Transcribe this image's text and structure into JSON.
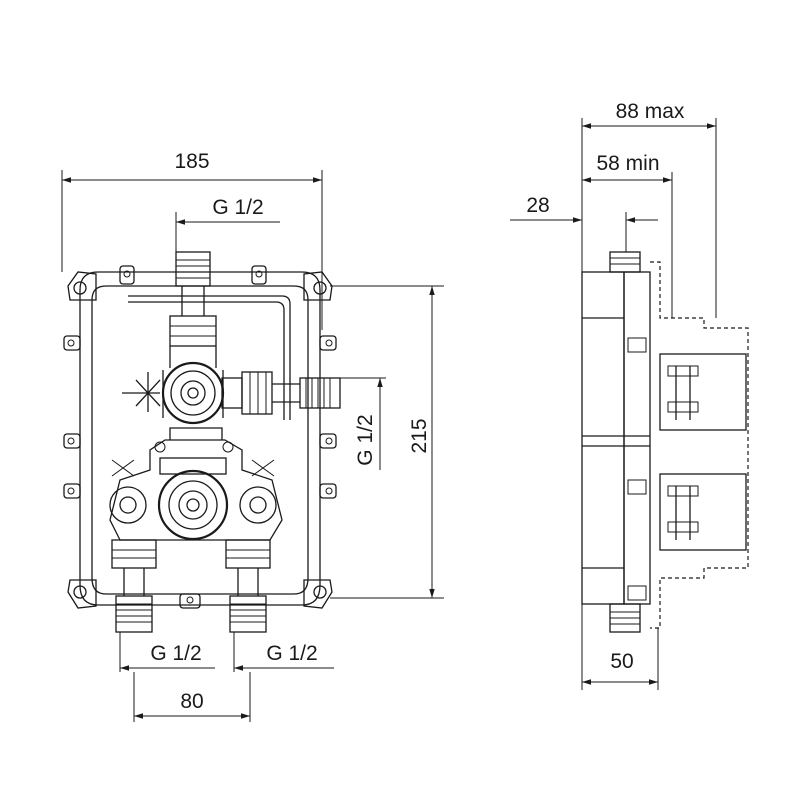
{
  "front_view": {
    "width_label": "185",
    "top_thread_label": "G 1/2",
    "side_thread_label": "G 1/2",
    "height_label": "215",
    "bottom_left_thread_label": "G 1/2",
    "bottom_right_thread_label": "G 1/2",
    "bottom_spacing_label": "80"
  },
  "side_view": {
    "max_depth_label": "88 max",
    "min_depth_label": "58 min",
    "offset_label": "28",
    "body_depth_label": "50"
  }
}
